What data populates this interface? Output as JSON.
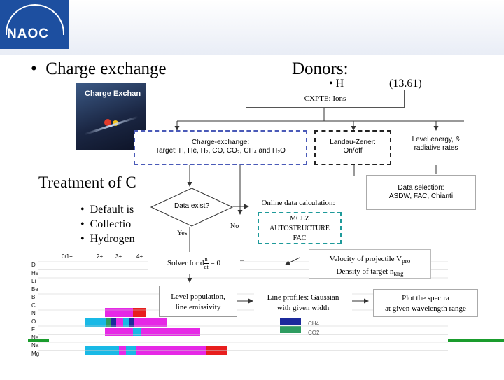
{
  "header": {
    "logo_text": "NAOC"
  },
  "slide": {
    "bullet_left": "Charge exchange",
    "donors_title": "Donors:",
    "donors_item": "H",
    "donors_value": "(13.61)",
    "treatment_title_visible": "Treatment of C",
    "sub_bullets": [
      "Default is",
      "Collectio",
      "Hydrogen"
    ],
    "image_caption": "Charge Exchan"
  },
  "flowchart": {
    "top": "CXPTE: Ions",
    "cx_line1": "Charge-exchange:",
    "cx_line2": "Target: H, He, H₂, CO, CO₂, CH₄ and H₂O",
    "lz_line1": "Landau-Zener:",
    "lz_line2": "On/off",
    "level_line1": "Level energy, &",
    "level_line2": "radiative rates",
    "selection_line1": "Data selection:",
    "selection_line2": "ASDW, FAC, Chianti",
    "decision": "Data exist?",
    "online": "Online data calculation:",
    "methods": [
      "MCLZ",
      "AUTOSTRUCTURE",
      "FAC"
    ],
    "yes": "Yes",
    "no": "No",
    "solver": "Solver for",
    "solver_eq_d": "d",
    "solver_eq_n": "n",
    "solver_eq_dt": "dt",
    "solver_eq_rhs": "= 0",
    "velocity_line1": "Velocity of projectile V",
    "velocity_sub": "pro",
    "velocity_line2": "Density of target n",
    "velocity_sub2": "targ",
    "levelpop_line1": "Level population,",
    "levelpop_line2": "line emissivity",
    "profiles_line1": "Line profiles: Gaussian",
    "profiles_line2": "with given width",
    "plot_line1": "Plot the spectra",
    "plot_line2": "at given wavelength range"
  },
  "grid": {
    "col_headers": [
      "0/1+",
      "2+",
      "3+",
      "4+"
    ],
    "rows": [
      "D",
      "He",
      "Li",
      "Be",
      "B",
      "C",
      "N",
      "O",
      "F",
      "Ne",
      "Na",
      "Mg"
    ],
    "legend": [
      "CH4",
      "CO2"
    ],
    "colors": {
      "cyan": "#19b9e6",
      "magenta": "#e628e6",
      "red": "#e81e1e",
      "navy": "#1c2a9c",
      "green": "#2e9c60",
      "yellow": "#f0e040"
    }
  }
}
